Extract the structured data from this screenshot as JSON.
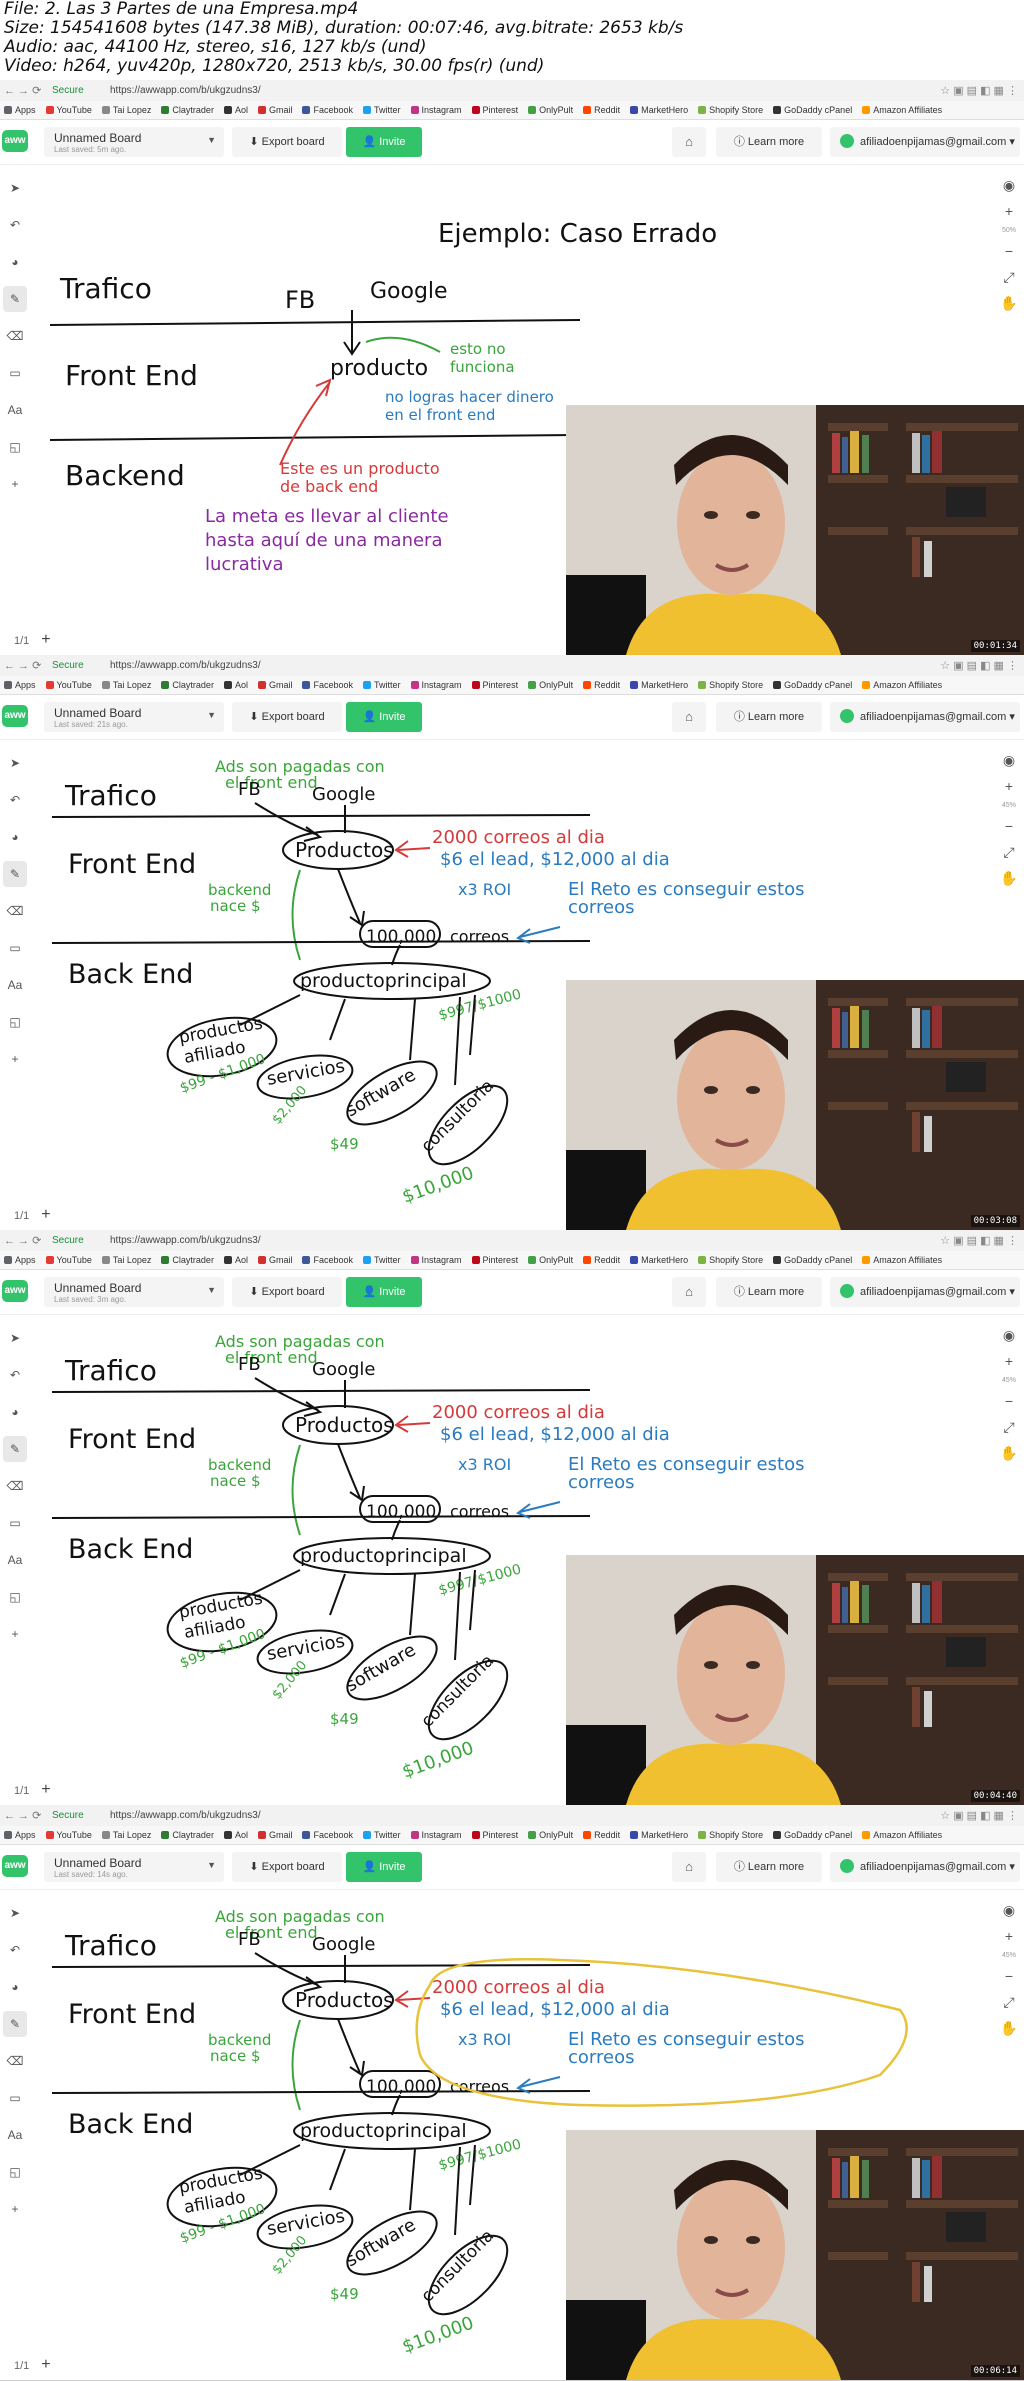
{
  "file_info": {
    "line1": "File: 2. Las 3 Partes de una Empresa.mp4",
    "line2": "Size: 154541608 bytes (147.38 MiB), duration: 00:07:46, avg.bitrate: 2653 kb/s",
    "line3": "Audio: aac, 44100 Hz, stereo, s16, 127 kb/s (und)",
    "line4": "Video: h264, yuv420p, 1280x720, 2513 kb/s, 30.00 fps(r) (und)"
  },
  "browser": {
    "secure_label": "Secure",
    "url": "https://awwapp.com/b/ukgzudns3/",
    "bookmarks": [
      {
        "label": "Apps",
        "color": "#5f6368"
      },
      {
        "label": "YouTube",
        "color": "#e53935"
      },
      {
        "label": "Tai Lopez",
        "color": "#888888"
      },
      {
        "label": "Claytrader",
        "color": "#2e7d32"
      },
      {
        "label": "Aol",
        "color": "#333333"
      },
      {
        "label": "Gmail",
        "color": "#d32f2f"
      },
      {
        "label": "Facebook",
        "color": "#3b5998"
      },
      {
        "label": "Twitter",
        "color": "#1da1f2"
      },
      {
        "label": "Instagram",
        "color": "#c13584"
      },
      {
        "label": "Pinterest",
        "color": "#bd081c"
      },
      {
        "label": "OnlyPult",
        "color": "#43a047"
      },
      {
        "label": "Reddit",
        "color": "#ff4500"
      },
      {
        "label": "MarketHero",
        "color": "#3949ab"
      },
      {
        "label": "Shopify Store",
        "color": "#7cb342"
      },
      {
        "label": "GoDaddy cPanel",
        "color": "#333333"
      },
      {
        "label": "Amazon Affiliates",
        "color": "#ff9900"
      }
    ]
  },
  "app": {
    "logo_text": "aww",
    "board_name": "Unnamed Board",
    "export_label": "Export board",
    "invite_label": "Invite",
    "learn_more_label": "Learn more",
    "account_email": "afiliadoenpijamas@gmail.com",
    "pager": "1/1",
    "accent_color": "#33c46b"
  },
  "frames": [
    {
      "last_saved": "Last saved: 5m ago.",
      "timestamp": "00:01:34",
      "zoom": "50%",
      "drawing": {
        "title": "Ejemplo: Caso Errado",
        "trafico": "Trafico",
        "fb": "FB",
        "google": "Google",
        "front_end": "Front End",
        "producto": "producto",
        "esto_no_1": "esto no",
        "esto_no_2": "funciona",
        "no_logras_1": "no logras hacer dinero",
        "no_logras_2": "en el front end",
        "backend": "Backend",
        "este_es_1": "Este es un producto",
        "este_es_2": "de back end",
        "meta_1": "La meta es llevar al cliente",
        "meta_2": "hasta aquí de una manera",
        "meta_3": "lucrativa"
      }
    },
    {
      "last_saved": "Last saved: 21s ago.",
      "timestamp": "00:03:08",
      "zoom": "45%",
      "drawing": null
    },
    {
      "last_saved": "Last saved: 3m ago.",
      "timestamp": "00:04:40",
      "zoom": "45%",
      "drawing": null
    },
    {
      "last_saved": "Last saved: 14s ago.",
      "timestamp": "00:06:14",
      "zoom": "45%",
      "drawing": null
    }
  ],
  "diagram": {
    "ads_1": "Ads son pagadas con",
    "ads_2": "el front end",
    "trafico": "Trafico",
    "fb": "FB",
    "google": "Google",
    "front_end": "Front End",
    "productos": "Productos",
    "correos_dia": "2000 correos al dia",
    "lead": "$6 el lead, $12,000 al dia",
    "roi": "x3 ROI",
    "reto_1": "El Reto es conseguir estos",
    "reto_2": "correos",
    "backend_nace_1": "backend",
    "backend_nace_2": "nace $",
    "correos_count": "100,000",
    "correos": "correos",
    "back_end": "Back End",
    "producto_principal": "productoprincipal",
    "precio_principal": "$997/$1000",
    "productos_afiliado_1": "productos",
    "productos_afiliado_2": "afiliado",
    "precio_afiliado": "$99 - $1,000",
    "servicios": "servicios",
    "precio_servicios": "$2,000",
    "software": "software",
    "precio_software": "$49",
    "consultoria": "consultoria",
    "precio_consultoria": "$10,000"
  },
  "colors": {
    "ink": "#111111",
    "red": "#d43a3a",
    "green": "#3aa53a",
    "blue": "#2a7bbf",
    "purple": "#8a2aa0",
    "yellow_highlight": "#e8c23a"
  }
}
